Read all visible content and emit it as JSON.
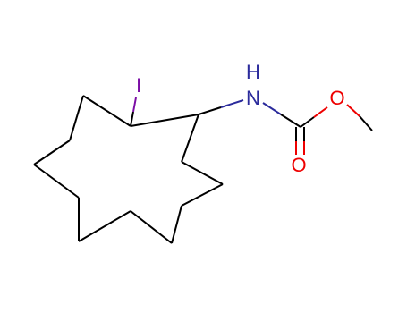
{
  "molecule": {
    "atoms": {
      "iodine": {
        "symbol": "I",
        "color": "#7b0ea5"
      },
      "nitrogen": {
        "symbol": "N",
        "h_label": "H",
        "color": "#2b2b9c"
      },
      "ester_oxygen": {
        "symbol": "O",
        "color": "#ee0000"
      },
      "carbonyl_oxygen": {
        "symbol": "O",
        "color": "#ee0000"
      }
    },
    "colors": {
      "bond": "#000000",
      "background": "#ffffff"
    }
  }
}
